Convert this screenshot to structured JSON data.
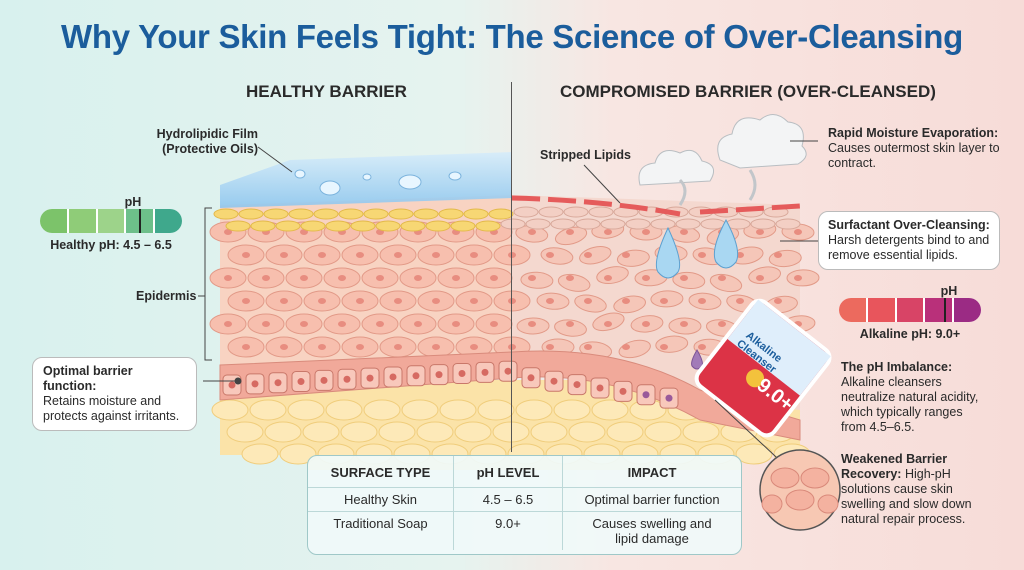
{
  "title": "Why Your Skin Feels Tight: The Science of Over-Cleansing",
  "left_heading": "HEALTHY BARRIER",
  "right_heading": "COMPROMISED BARRIER (OVER-CLEANSED)",
  "labels": {
    "film": [
      "Hydrolipidic Film",
      "(Protective Oils)"
    ],
    "epidermis": "Epidermis",
    "stripped": "Stripped Lipids",
    "cleanser_label": "Alkaline Cleanser",
    "cleanser_ph": "9.0+"
  },
  "healthy_ph": {
    "label": "pH",
    "text": "Healthy pH: 4.5 – 6.5",
    "marker_segment": 3.5,
    "colors": [
      "#7cc36a",
      "#8fcc78",
      "#9dd38a",
      "#6dbf8a",
      "#3fa88c"
    ]
  },
  "alkaline_ph": {
    "label": "pH",
    "text": "Alkaline pH: 9.0+",
    "marker_segment": 3.7,
    "colors": [
      "#ec6a5e",
      "#e8555c",
      "#d84466",
      "#b9307a",
      "#9b2b84"
    ]
  },
  "callouts": {
    "optimal": {
      "title": "Optimal barrier function:",
      "body": "Retains moisture and protects against irritants."
    },
    "evaporation": {
      "title": "Rapid Moisture Evaporation:",
      "body": "Causes outermost skin layer to contract."
    },
    "surfactant": {
      "title": "Surfactant Over-Cleansing:",
      "body": "Harsh detergents bind to and remove essential lipids."
    },
    "imbalance": {
      "title": "The pH Imbalance:",
      "body": "Alkaline cleansers neutralize natural acidity, which typically ranges from 4.5–6.5."
    },
    "recovery": {
      "title": "Weakened Barrier Recovery:",
      "body": "High-pH solutions cause skin swelling and slow down natural repair process."
    }
  },
  "table": {
    "headers": [
      "SURFACE TYPE",
      "pH LEVEL",
      "IMPACT"
    ],
    "rows": [
      [
        "Healthy Skin",
        "4.5 – 6.5",
        "Optimal barrier function"
      ],
      [
        "Traditional Soap",
        "9.0+",
        "Causes swelling and lipid damage"
      ]
    ]
  }
}
